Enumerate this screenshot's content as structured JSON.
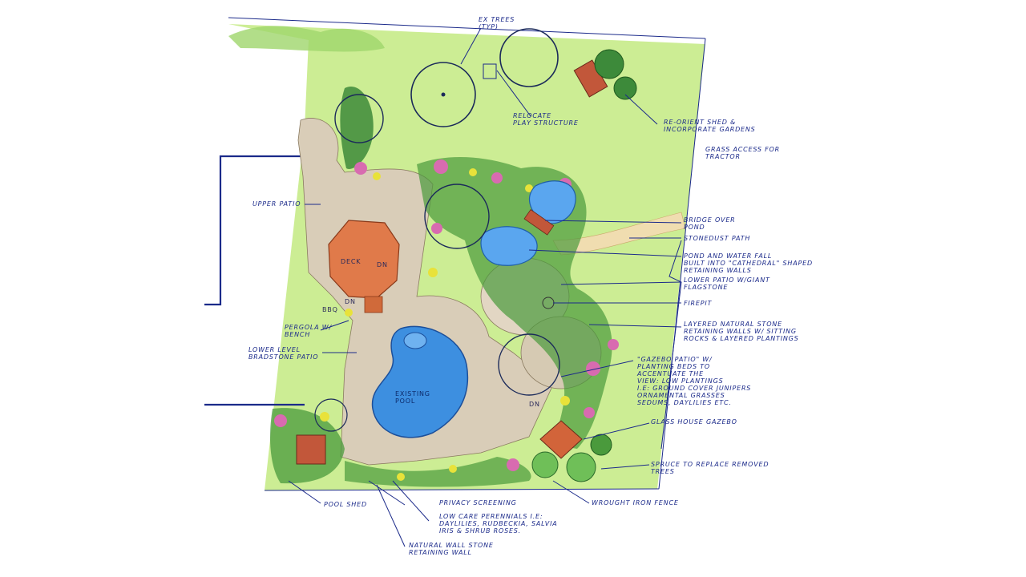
{
  "title": "",
  "labels": {
    "ex_trees": "EX TREES\n(TYP)",
    "relocate_play": "RELOCATE\nPLAY STRUCTURE",
    "reorient_shed": "RE-ORIENT SHED &\nINCORPORATE GARDENS",
    "grass_access": "GRASS ACCESS FOR\nTRACTOR",
    "upper_patio": "UPPER PATIO",
    "bridge_pond": "BRIDGE OVER\nPOND",
    "stonedust_path": "STONEDUST PATH",
    "pond_waterfall": "POND AND WATER FALL\nBUILT INTO \"CATHEDRAL\" SHAPED\nRETAINING WALLS",
    "lower_patio": "LOWER PATIO W/GIANT\nFLAGSTONE",
    "firepit": "FIREPIT",
    "layered_stone": "LAYERED NATURAL STONE\nRETAINING WALLS W/ SITTING\nROCKS & LAYERED PLANTINGS",
    "gazebo_patio": "\"GAZEBO PATIO\" W/\nPLANTING BEDS TO\nACCENTUATE THE\nVIEW: LOW PLANTINGS\nI.E: GROUND COVER JUNIPERS\nORNAMENTAL GRASSES\nSEDUMS, DAYLILIES ETC.",
    "glass_gazebo": "GLASS HOUSE GAZEBO",
    "spruce": "SPRUCE TO REPLACE REMOVED\nTREES",
    "iron_fence": "WROUGHT IRON FENCE",
    "pergola": "PERGOLA W/\nBENCH",
    "lower_level_patio": "LOWER LEVEL\nBRADSTONE PATIO",
    "pool_shed": "POOL SHED",
    "privacy": "PRIVACY SCREENING",
    "perennials": "LOW CARE PERENNIALS I.E:\nDAYLILIES, RUDBECKIA, SALVIA\nIRIS & SHRUB ROSES.",
    "natural_wall": "NATURAL WALL STONE\nRETAINING WALL",
    "deck": "DECK",
    "dn1": "DN",
    "dn2": "DN",
    "dn3": "DN",
    "bbq": "BBQ",
    "existing_pool": "EXISTING\nPOOL"
  },
  "colors": {
    "lawn": "#c9ec8e",
    "patio": "#d9cdb8",
    "pool": "#3d8fe0",
    "deck": "#e07a4a",
    "ink": "#1b2a8a",
    "shrub": "#3d8a3a",
    "flower_pink": "#d86bb0",
    "flower_yellow": "#e8e23a"
  }
}
